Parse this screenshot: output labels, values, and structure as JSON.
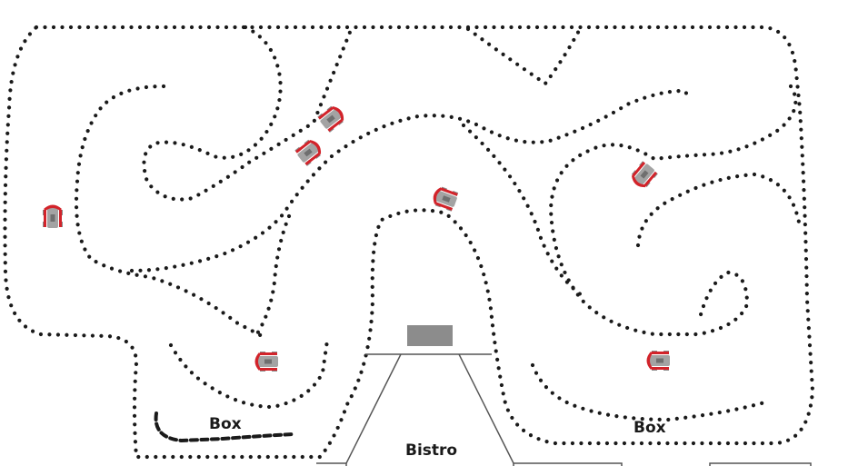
{
  "labels": {
    "box_left": "Box",
    "box_right": "Box",
    "bistro": "Bistro"
  },
  "colors": {
    "kart_body": "#d2232a",
    "kart_chassis": "#9a9a9a",
    "bistro_block": "#8c8c8c",
    "track_dots": "#1a1a1a",
    "bistro_walls": "#555555"
  },
  "karts": [
    {
      "id": "kart-1",
      "icon": "go-kart-icon"
    },
    {
      "id": "kart-2",
      "icon": "go-kart-icon"
    },
    {
      "id": "kart-3",
      "icon": "go-kart-icon"
    },
    {
      "id": "kart-4",
      "icon": "go-kart-icon"
    },
    {
      "id": "kart-5",
      "icon": "go-kart-icon"
    },
    {
      "id": "kart-6",
      "icon": "go-kart-icon"
    },
    {
      "id": "kart-7",
      "icon": "go-kart-icon"
    },
    {
      "id": "kart-8",
      "icon": "go-kart-icon"
    }
  ]
}
